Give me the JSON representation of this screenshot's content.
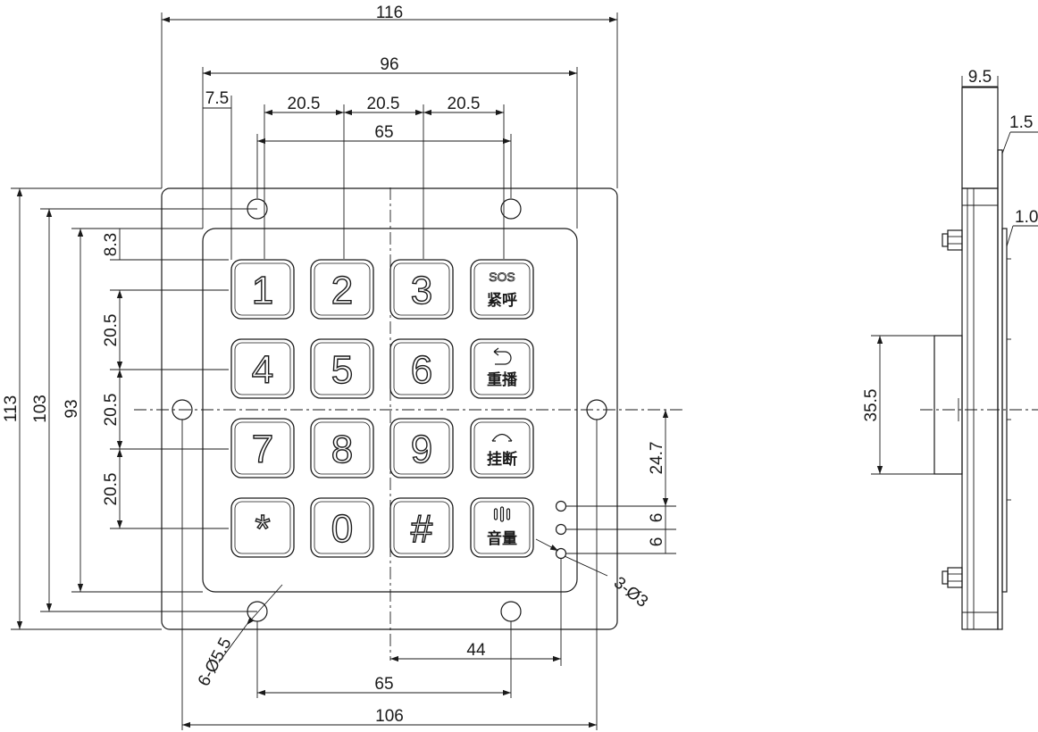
{
  "keys": [
    {
      "label": "1"
    },
    {
      "label": "2"
    },
    {
      "label": "3"
    },
    {
      "sub": "SOS",
      "label": "紧呼"
    },
    {
      "label": "4"
    },
    {
      "label": "5"
    },
    {
      "label": "6"
    },
    {
      "label": "重播"
    },
    {
      "label": "7"
    },
    {
      "label": "8"
    },
    {
      "label": "9"
    },
    {
      "label": "挂断"
    },
    {
      "label": "*"
    },
    {
      "label": "0"
    },
    {
      "label": "#"
    },
    {
      "label": "音量"
    }
  ],
  "dimensions": {
    "overall_width": "116",
    "panel_width": "96",
    "edge_offset": "7.5",
    "key_pitch_1": "20.5",
    "key_pitch_2": "20.5",
    "key_pitch_3": "20.5",
    "top_hole_spacing": "65",
    "overall_height": "113",
    "height_103": "103",
    "panel_height": "93",
    "top_gap": "8.3",
    "row_pitch_1": "20.5",
    "row_pitch_2": "20.5",
    "row_pitch_3": "20.5",
    "led_offset": "24.7",
    "led_pitch_1": "6",
    "led_pitch_2": "6",
    "led_holes": "3-Ø3",
    "mount_holes": "6-Ø5.5",
    "center_to_led": "44",
    "bottom_hole_spacing": "65",
    "side_hole_spacing": "106",
    "side_thickness": "9.5",
    "side_plate": "1.5",
    "side_layer": "1.0",
    "side_height": "35.5"
  }
}
